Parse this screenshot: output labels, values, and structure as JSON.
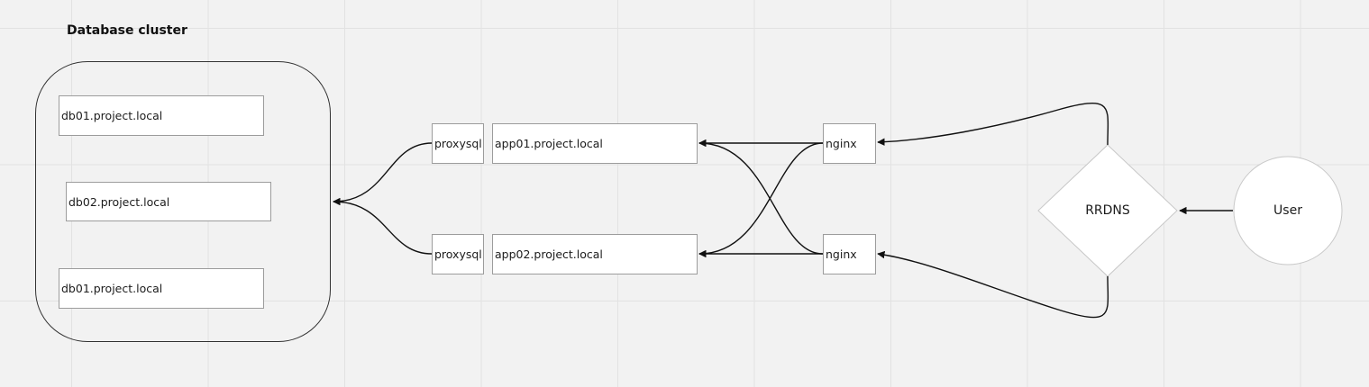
{
  "diagram": {
    "cluster_title": "Database cluster",
    "db_nodes": [
      "db01.project.local",
      "db02.project.local",
      "db01.project.local"
    ],
    "proxies": [
      "proxysql",
      "proxysql"
    ],
    "apps": [
      "app01.project.local",
      "app02.project.local"
    ],
    "webservers": [
      "nginx",
      "nginx"
    ],
    "dns": "RRDNS",
    "client": "User"
  }
}
